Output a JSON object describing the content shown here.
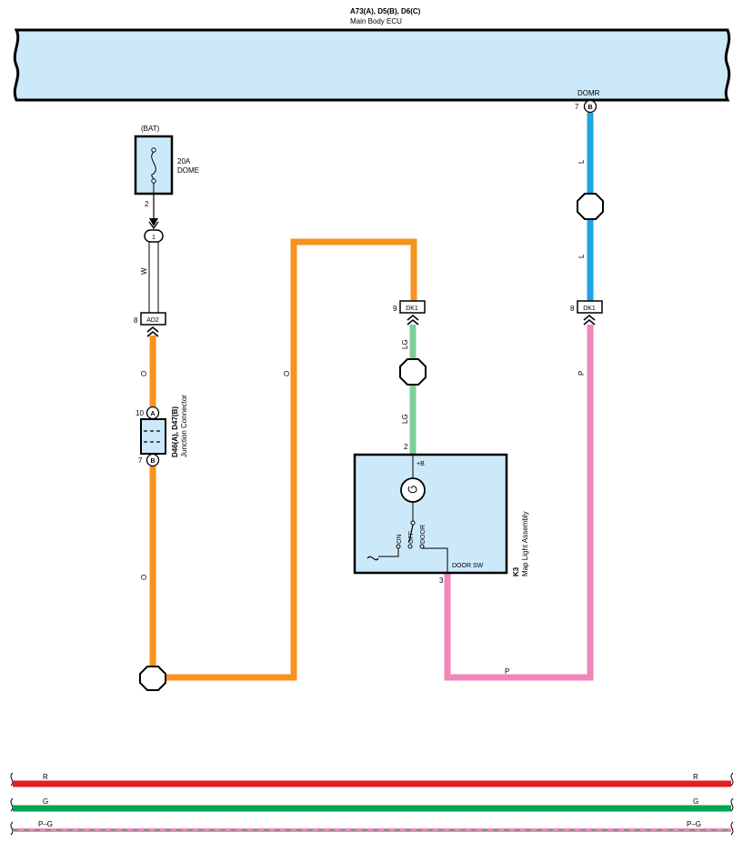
{
  "ecu": {
    "connectors_label": "A73(A), D5(B), D6(C)",
    "name": "Main Body ECU",
    "terminal_name": "DOMR",
    "pin_number": "7",
    "pin_connector": "B"
  },
  "fuse": {
    "source": "(BAT)",
    "rating": "20A",
    "name": "DOME",
    "pin": "2"
  },
  "splice_top": {
    "pin": "1"
  },
  "wire_colors": {
    "white": "W",
    "orange_left_upper": "O",
    "orange_left_lower": "O",
    "orange_middle": "O",
    "blue_upper": "L",
    "blue_lower": "L",
    "green_upper": "LG",
    "green_lower": "LG",
    "pink_right": "P",
    "pink_bottom": "P"
  },
  "connectors": {
    "ad2": {
      "pin": "8",
      "name": "AD2"
    },
    "dk1_left": {
      "pin": "9",
      "name": "DK1"
    },
    "dk1_right": {
      "pin": "8",
      "name": "DK1"
    }
  },
  "junction": {
    "pin_top": "10",
    "letter_top": "A",
    "pin_bottom": "7",
    "letter_bottom": "B",
    "code": "D46(A), D47(B)",
    "name": "Junction Connector"
  },
  "map_light": {
    "pin_top": "2",
    "plus_b": "+B",
    "switch_on": "ON",
    "switch_off": "OFF",
    "switch_door": "DOOR",
    "door_sw": "DOOR SW",
    "pin_bottom": "3",
    "code": "K3",
    "name": "Map Light Assembly"
  },
  "bus": {
    "r_left": "R",
    "r_right": "R",
    "g_left": "G",
    "g_right": "G",
    "pg_left": "P–G",
    "pg_right": "P–G"
  },
  "colors": {
    "ecu_fill": "#cce9fa",
    "orange": "#f7931e",
    "blue": "#1ca4e4",
    "light_green": "#7fce9a",
    "pink": "#ef87bb",
    "red": "#e31e24",
    "green": "#00a651",
    "pink_green_a": "#ef87bb",
    "pink_green_b": "#00a651"
  }
}
